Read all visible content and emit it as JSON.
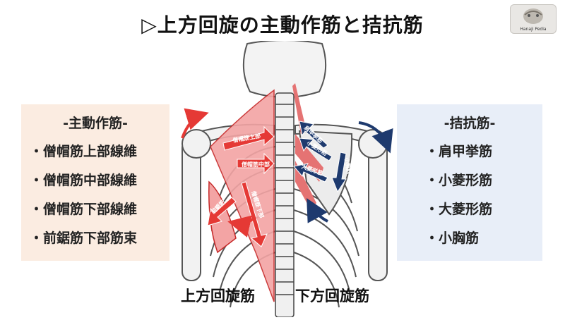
{
  "title": "▷上方回旋の主動作筋と拮抗筋",
  "logo": {
    "caption": "Hanaji Pedia"
  },
  "agonists": {
    "heading": "-主動作筋-",
    "items": [
      "・僧帽筋上部線維",
      "・僧帽筋中部線維",
      "・僧帽筋下部線維",
      "・前鋸筋下部筋束"
    ]
  },
  "antagonists": {
    "heading": "-拮抗筋-",
    "items": [
      "・肩甲挙筋",
      "・小菱形筋",
      "・大菱形筋",
      "・小胸筋"
    ]
  },
  "figure": {
    "left_arrows": [
      "僧帽筋上部",
      "僧帽筋中部",
      "僧帽筋下部",
      "前鋸筋"
    ],
    "right_arrows": [
      "肩甲挙筋",
      "小菱形筋",
      "大菱形筋",
      "小胸筋"
    ],
    "colors": {
      "agonist": "#e53935",
      "antagonist": "#1e3a6e"
    }
  },
  "bottom_labels": {
    "left": "上方回旋筋",
    "right": "下方回旋筋"
  }
}
